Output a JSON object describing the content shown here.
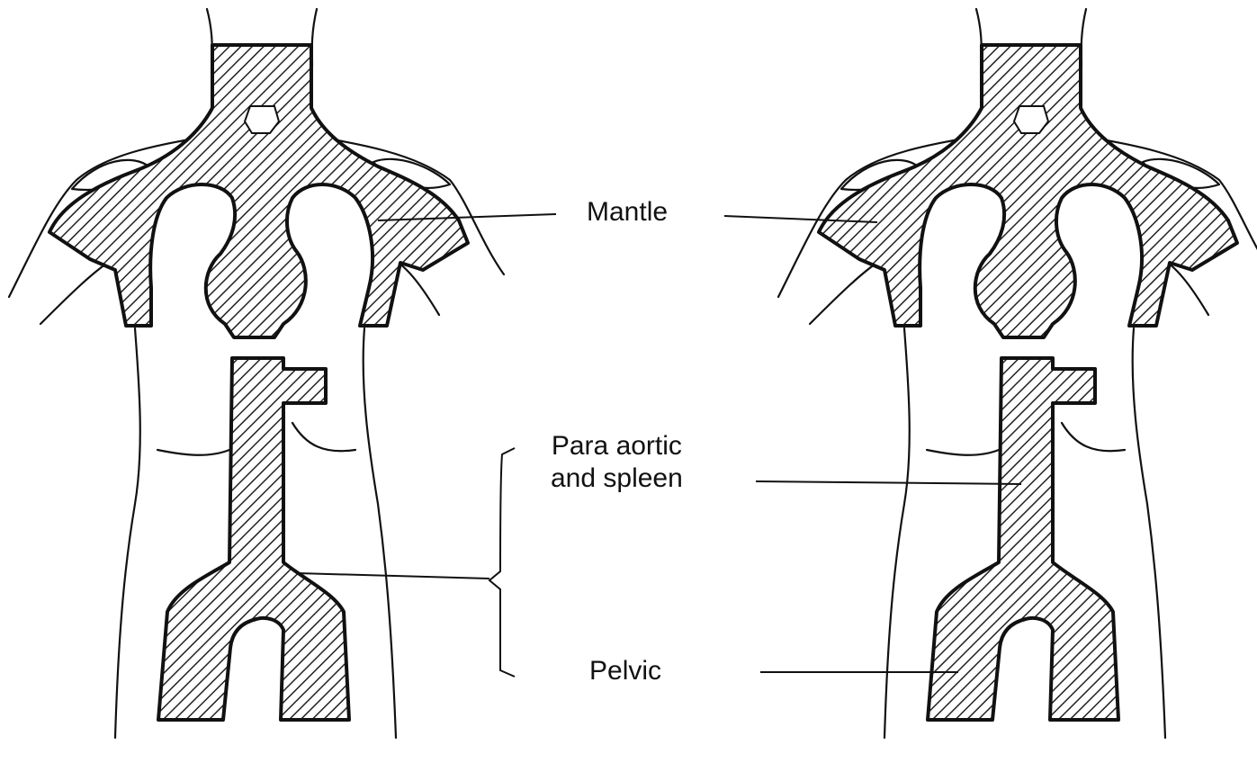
{
  "labels": {
    "mantle": "Mantle",
    "para_aortic_line1": "Para aortic",
    "para_aortic_line2": "and spleen",
    "pelvic": "Pelvic"
  },
  "colors": {
    "line": "#111111",
    "background": "#ffffff"
  }
}
